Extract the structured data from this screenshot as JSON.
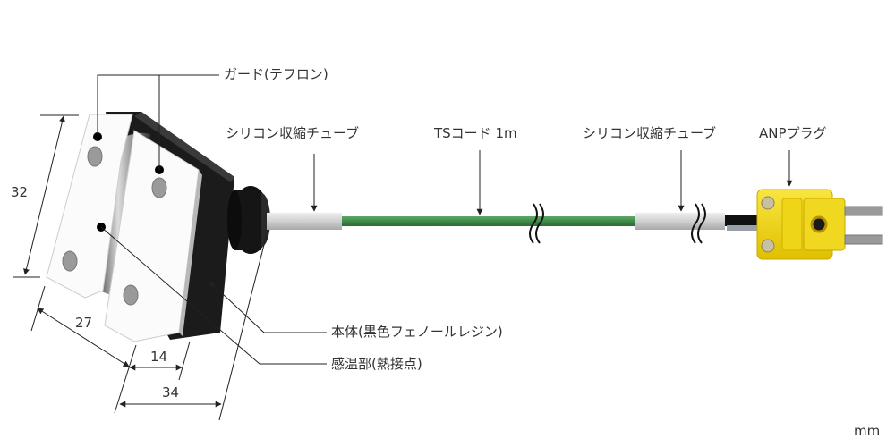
{
  "labels": {
    "guard": "ガード(テフロン)",
    "silicone_tube_left": "シリコン収縮チューブ",
    "ts_cord": "TSコード 1m",
    "silicone_tube_right": "シリコン収縮チューブ",
    "anp_plug": "ANPプラグ",
    "body": "本体(黒色フェノールレジン)",
    "sensing_part": "感温部(熱接点)"
  },
  "dimensions": {
    "height": "32",
    "width": "27",
    "gap": "14",
    "depth": "34",
    "unit": "mm"
  },
  "colors": {
    "cord_green": "#3f8a4a",
    "tube_gray": "#d4d4d4",
    "plug_yellow": "#f4dc1c",
    "body_black": "#1a1a1a",
    "guard_white": "#fafafa",
    "line": "#222222"
  }
}
